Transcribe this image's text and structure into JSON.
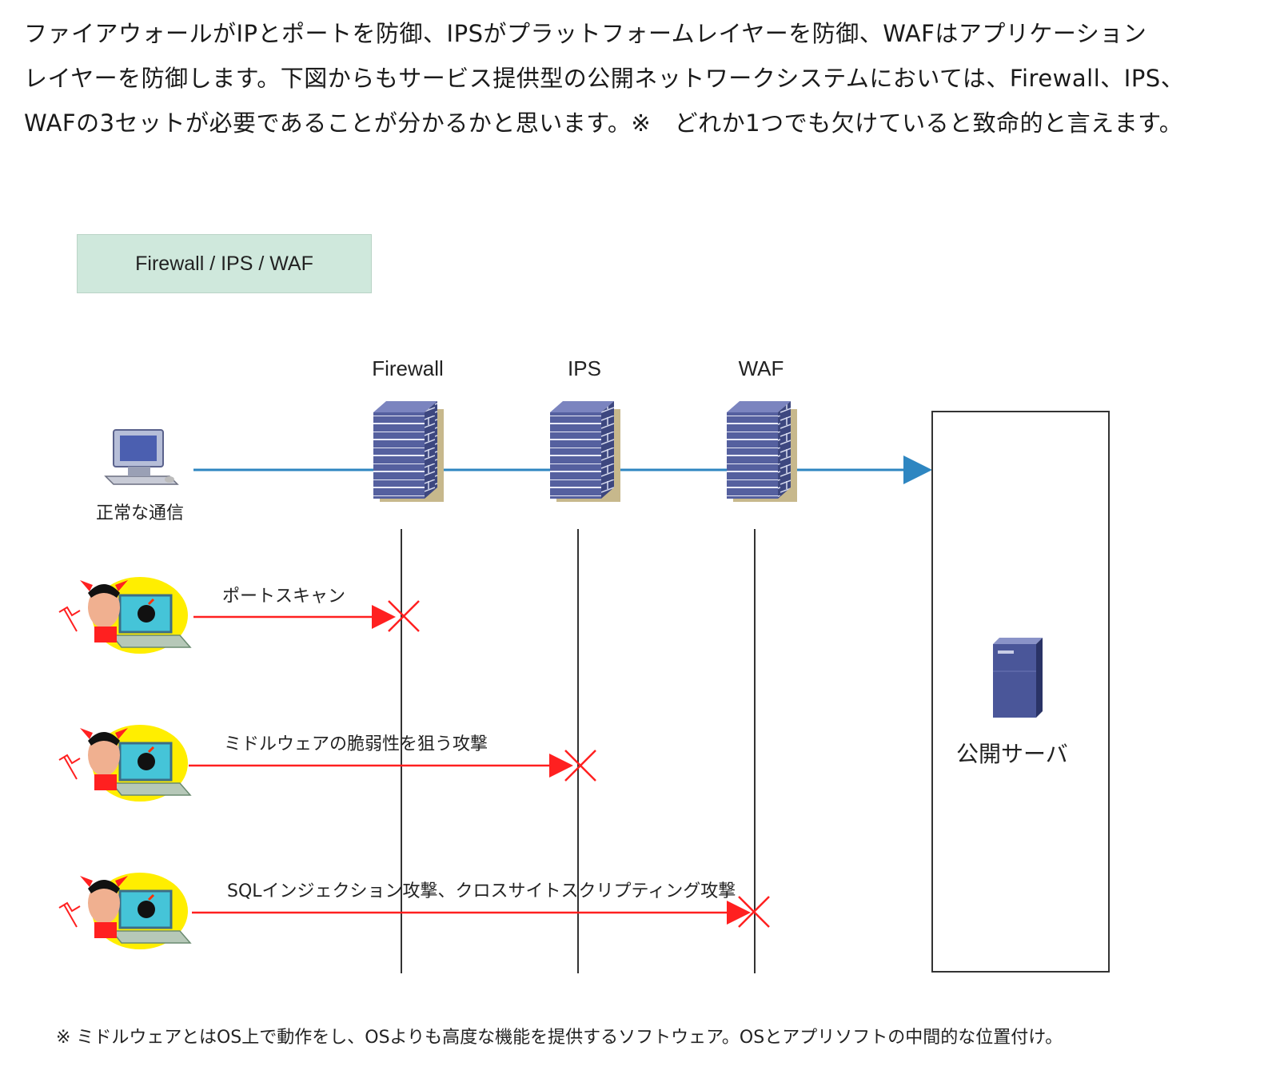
{
  "intro": {
    "line1": "ファイアウォールがIPとポートを防御、IPSがプラットフォームレイヤーを防御、WAFはアプリケーション",
    "line2": "レイヤーを防御します。下図からもサービス提供型の公開ネットワークシステムにおいては、Firewall、IPS、",
    "line3": "WAFの3セットが必要であることが分かるかと思います。※　どれか1つでも欠けていると致命的と言えます。"
  },
  "diagram": {
    "legend_label": "Firewall / IPS /  WAF",
    "devices": [
      {
        "label": "Firewall"
      },
      {
        "label": "IPS"
      },
      {
        "label": "WAF"
      }
    ],
    "client_label": "正常な通信",
    "server_label": "公開サーバ",
    "attacks": [
      {
        "label": "ポートスキャン",
        "blocked_by": "Firewall"
      },
      {
        "label": "ミドルウェアの脆弱性を狙う攻撃",
        "blocked_by": "IPS"
      },
      {
        "label": "SQLインジェクション攻撃、クロスサイトスクリプティング攻撃",
        "blocked_by": "WAF"
      }
    ],
    "footnote": "※  ミドルウェアとはOS上で動作をし、OSよりも高度な機能を提供するソフトウェア。OSとアプリソフトの中間的な位置付け。",
    "colors": {
      "normal_flow": "#2e86c1",
      "attack_flow": "#ff2020",
      "wall": "#4e5a9a",
      "legend_bg": "#cfe8dc",
      "server": "#3f4c8a"
    }
  }
}
